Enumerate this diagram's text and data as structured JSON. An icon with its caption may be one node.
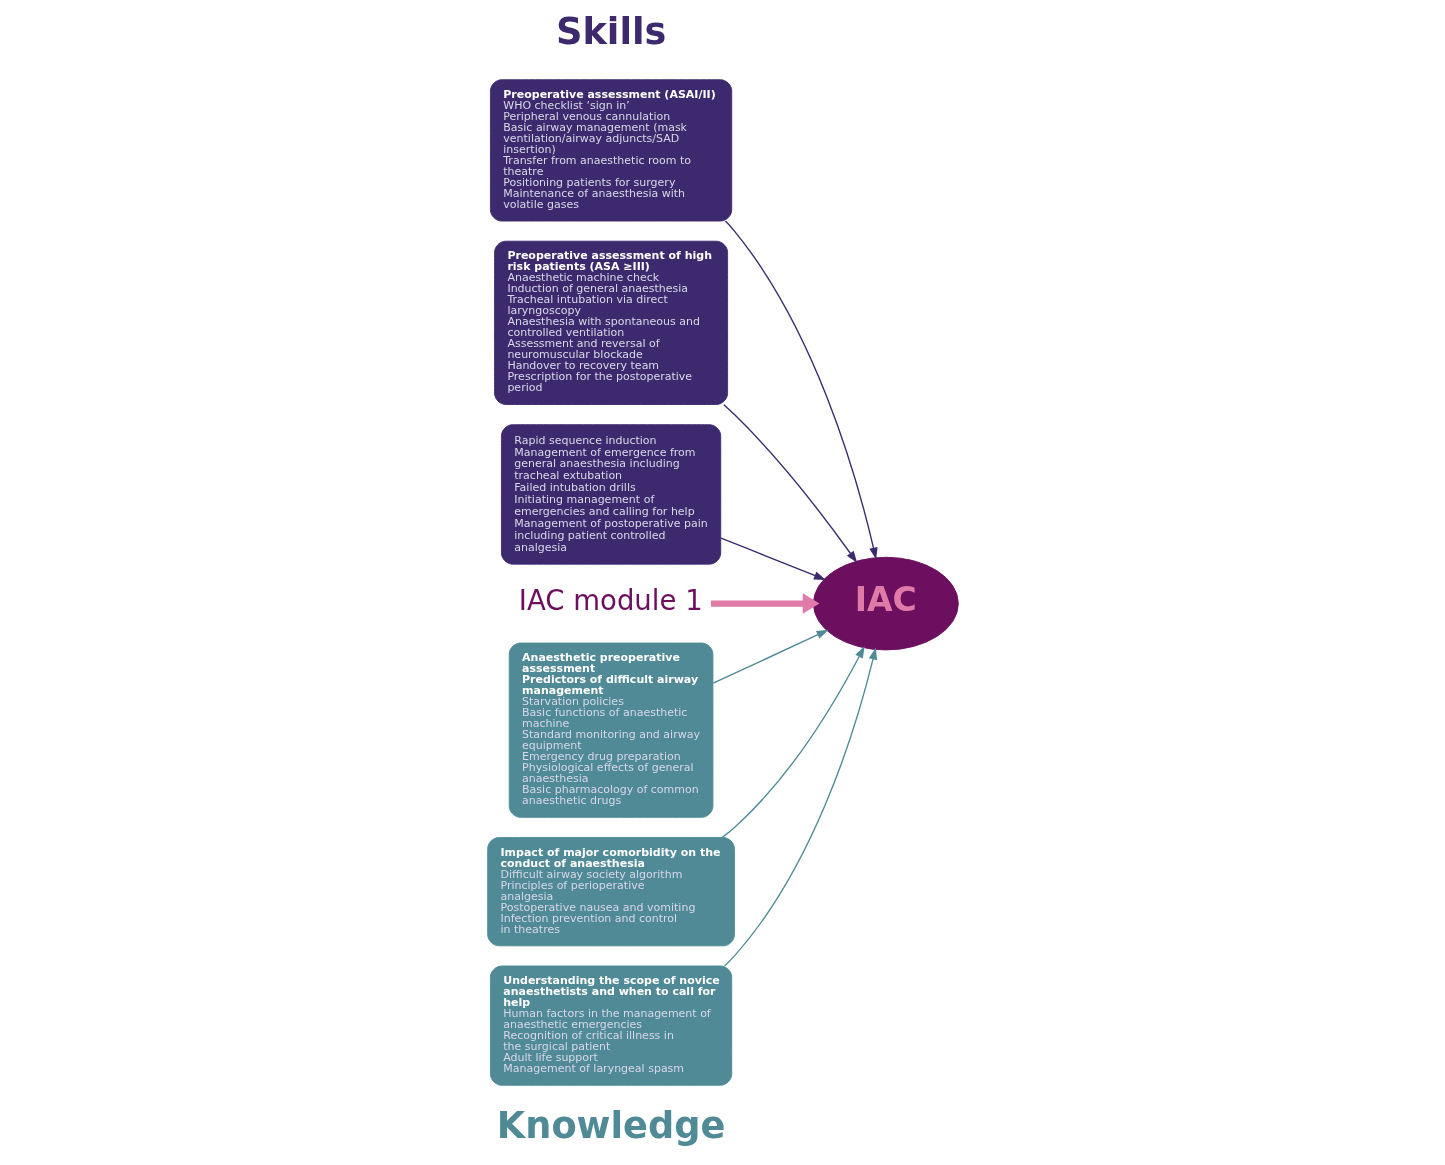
{
  "diagram": {
    "nodes": [
      {
        "text": [
          "IAC module 1"
        ]
      },
      {
        "text": [
          "Preoperative assessment (ASAI/II)",
          "WHO checklist ‘sign in’",
          "Peripheral venous cannulation",
          "Basic airway management (mask ventilation/airway adjuncts/SAD insertion)",
          "Transfer from anaesthetic room to theatre",
          "Positioning patients for surgery",
          "Maintenance of anaesthesia with volatile gases"
        ]
      },
      {
        "text": [
          "Preoperative assessment of high risk patients (ASA ≥III)",
          "Anaesthetic machine check",
          "Induction of general anaesthesia",
          "Tracheal intubation via direct laryngoscopy",
          "Anaesthesia with spontaneous and controlled ventilation",
          "Assessment and reversal of neuromuscular blockade",
          "Handover to recovery team",
          "Prescription for the postoperative period"
        ]
      },
      {
        "text": [
          "Rapid sequence induction",
          "Management of emergence from general anaesthesia including tracheal extubation",
          "Failed intubation drills",
          "Initiating management of emergencies and calling for help",
          "Management of postoperative pain including patient controlled analgesia"
        ]
      },
      {
        "text": [
          "IAC"
        ]
      },
      {
        "text": [
          "Anaesthetic preoperative assessment",
          "Predictors of difficult airway management",
          "Starvation policies",
          "Basic functions of anaesthetic machine",
          "Standard monitoring and airway equipment",
          "Emergency drug preparation",
          "Physiological effects of general anaesthesia",
          "Basic pharmacology of common anaesthetic drugs"
        ]
      },
      {
        "text": [
          "Impact of major comorbidity on the conduct of anaesthesia",
          "Difficult airway society algorithm",
          "Principles of perioperative analgesia",
          "Postoperative nausea and vomiting",
          "Infection prevention and control in theatres"
        ]
      },
      {
        "text": [
          "Understanding the scope of novice anaesthetists and when to call for help",
          "Human factors in the management of anaesthetic emergencies",
          "Recognition of critical illness in the surgical patient",
          "Adult life support",
          "Management of laryngeal spasm"
        ]
      }
    ],
    "edges": [
      {
        "from": 0,
        "to": 4,
        "arrow": "to",
        "style": "thick",
        "color": "#e07aa8"
      },
      {
        "from": 1,
        "to": 4,
        "arrow": "to",
        "color": "#3d2a6e"
      },
      {
        "from": 2,
        "to": 4,
        "arrow": "to",
        "color": "#3d2a6e"
      },
      {
        "from": 3,
        "to": 4,
        "arrow": "to",
        "color": "#3d2a6e"
      },
      {
        "from": 5,
        "to": 4,
        "arrow": "to",
        "color": "#4f8a96"
      },
      {
        "from": 6,
        "to": 4,
        "arrow": "to",
        "color": "#4f8a96"
      },
      {
        "from": 7,
        "to": 4,
        "arrow": "to",
        "color": "#4f8a96"
      }
    ],
    "labels": [
      "Skills",
      "Knowledge"
    ]
  }
}
